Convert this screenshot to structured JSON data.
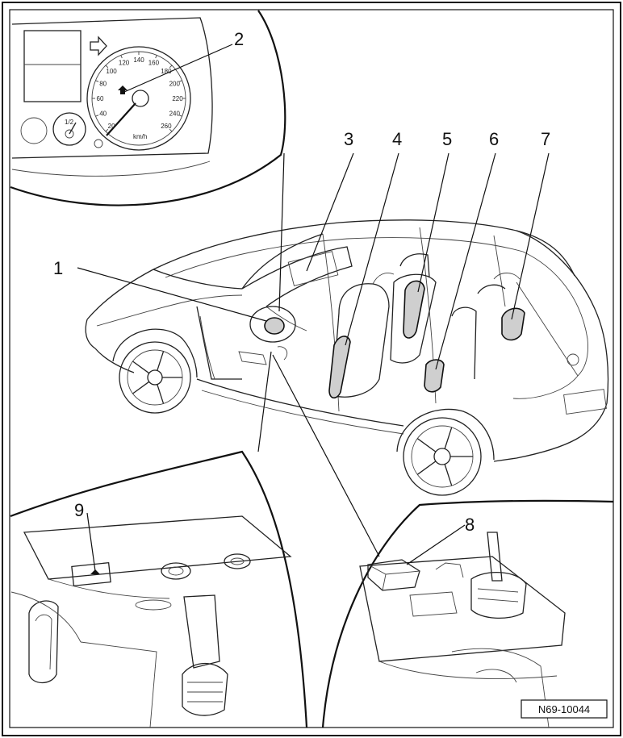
{
  "figure": {
    "reference_code": "N69-10044",
    "callouts": [
      {
        "id": "callout-1",
        "label": "1"
      },
      {
        "id": "callout-2",
        "label": "2"
      },
      {
        "id": "callout-3",
        "label": "3"
      },
      {
        "id": "callout-4",
        "label": "4"
      },
      {
        "id": "callout-5",
        "label": "5"
      },
      {
        "id": "callout-6",
        "label": "6"
      },
      {
        "id": "callout-7",
        "label": "7"
      },
      {
        "id": "callout-8",
        "label": "8"
      },
      {
        "id": "callout-9",
        "label": "9"
      }
    ],
    "speedometer_ticks": [
      "20",
      "40",
      "60",
      "80",
      "100",
      "120",
      "140",
      "160",
      "180",
      "200",
      "220",
      "240",
      "260"
    ],
    "speedometer_unit": "km/h",
    "fuel_gauge_mark": "1/2"
  },
  "colors": {
    "line": "#222222",
    "hatch": "#cfcfcf",
    "background": "#ffffff"
  }
}
